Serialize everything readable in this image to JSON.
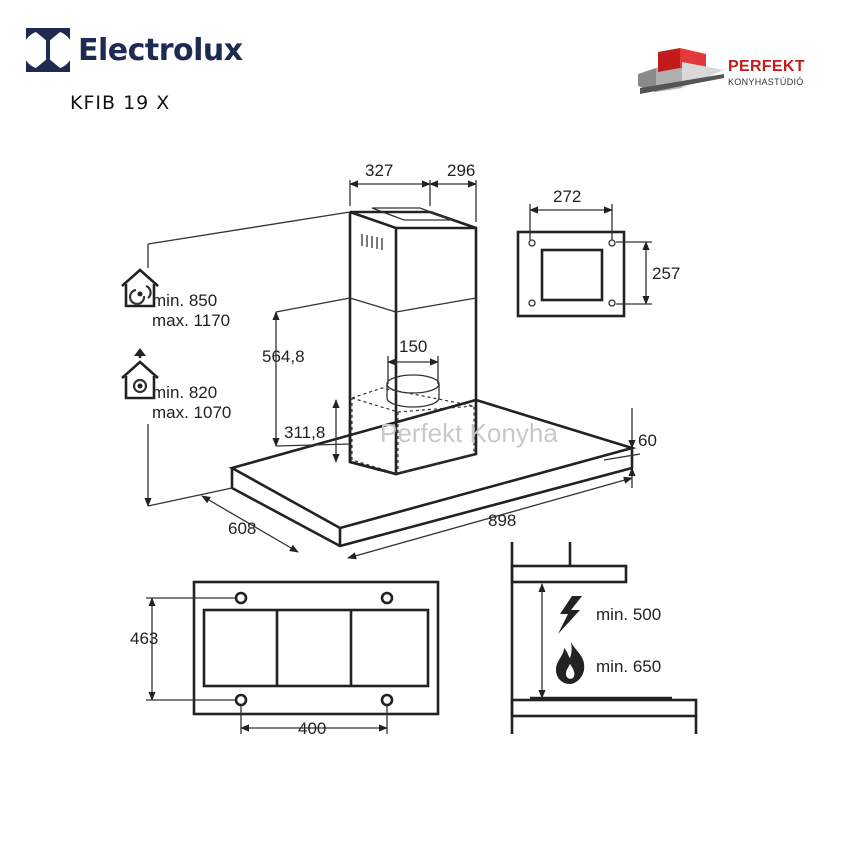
{
  "brand": {
    "name": "Electrolux",
    "logo_icon": "electrolux-logo-icon"
  },
  "model": "KFIB 19 X",
  "partner": {
    "name": "PERFEKT",
    "subtitle": "KONYHASTÚDIÓ",
    "logo_icon": "perfekt-logo-icon"
  },
  "watermark": "Perfekt Konyha",
  "colors": {
    "brand_blue": "#1f2a52",
    "partner_red": "#c31b1b",
    "line": "#222222"
  },
  "dimensions": {
    "chimney_width": "327",
    "chimney_depth": "296",
    "top_cutout_width": "272",
    "top_cutout_depth": "257",
    "chimney_height": "564,8",
    "chimney_bottom_height": "311,8",
    "outlet_diameter": "150",
    "canopy_thickness": "60",
    "canopy_width": "898",
    "canopy_depth": "608",
    "bottom_depth": "463",
    "bottom_spacing": "400"
  },
  "height_ranges": {
    "recirculation": {
      "min": "min. 850",
      "max": "max. 1170",
      "icon": "recirculation-house-icon"
    },
    "extraction": {
      "min": "min. 820",
      "max": "max. 1070",
      "icon": "extraction-house-icon"
    }
  },
  "clearance": {
    "electric": {
      "label": "min. 500",
      "icon": "lightning-icon"
    },
    "gas": {
      "label": "min. 650",
      "icon": "flame-icon"
    }
  }
}
